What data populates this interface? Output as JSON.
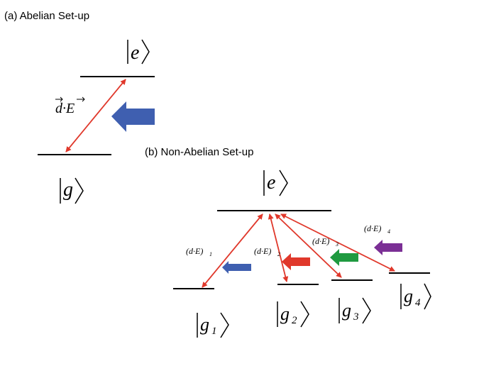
{
  "panels": {
    "a": {
      "title": "(a) Abelian Set-up",
      "states": {
        "excited": "e",
        "ground": "g"
      },
      "coupling_label": "d·E"
    },
    "b": {
      "title": "(b) Non-Abelian Set-up",
      "states": {
        "excited": "e"
      },
      "ground_states": [
        {
          "name": "g",
          "sub": "1",
          "label_sub": "1"
        },
        {
          "name": "g",
          "sub": "2",
          "label_sub": "2"
        },
        {
          "name": "g",
          "sub": "3",
          "label_sub": "3"
        },
        {
          "name": "g",
          "sub": "4",
          "label_sub": "4"
        }
      ],
      "coupling_prefix": "(d·E)"
    }
  },
  "colors": {
    "level": "#000000",
    "transition": "#e0382b",
    "arrow_a": "#3f5fb0",
    "arrow_b1": "#3f5fb0",
    "arrow_b2": "#e0382b",
    "arrow_b3": "#1f9a40",
    "arrow_b4": "#7b2f95"
  }
}
